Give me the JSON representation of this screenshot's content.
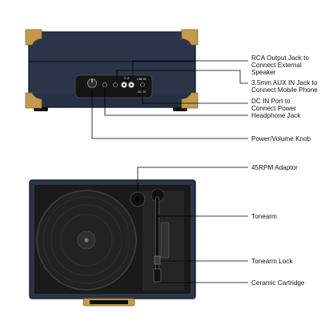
{
  "colors": {
    "case_navy": "#2b3448",
    "case_edge": "#1d2536",
    "brass": "#c39a4f",
    "platter": "#222222",
    "deck": "#1a1a1a",
    "leader": "#000000"
  },
  "labels": {
    "rca": "RCA Output Jack to\nConnect External\nSpeaker",
    "aux": "3.5mm AUX IN Jack to\nConnect Mobile Phone",
    "dc": "DC IN Port to\nConnect Power",
    "headphone": "Headphone Jack",
    "power": "Power/Volume Knob",
    "adaptor": "45RPM Adaptor",
    "tonearm": "Tonearm",
    "tonearm_lock": "Tonearm Lock",
    "cartridge": "Ceramic Cartridge"
  },
  "panel_marks": {
    "out": "OUT",
    "line_in": "LINE IN",
    "dc": "DC 5V"
  }
}
